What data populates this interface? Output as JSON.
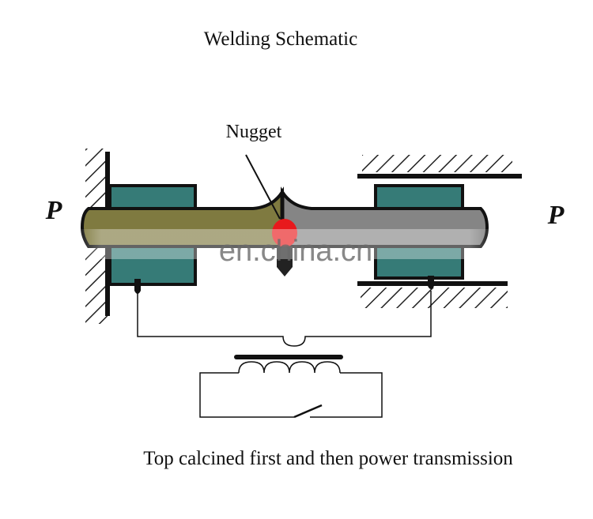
{
  "diagram": {
    "title": "Welding Schematic",
    "nugget_label": "Nugget",
    "force_label_left": "P",
    "force_label_right": "P",
    "caption": "Top calcined first and then power transmission",
    "watermark": "en.china.cn",
    "colors": {
      "left_workpiece": "#7f7a40",
      "right_workpiece": "#858585",
      "electrode": "#367b77",
      "nugget": "#e8191c",
      "outline": "#111111",
      "hatch": "#222222"
    },
    "components": [
      "fixed wall (left)",
      "fixed clamp plates (right)",
      "left electrode clamp",
      "right electrode clamp",
      "left workpiece",
      "right workpiece",
      "weld nugget",
      "transformer core",
      "primary coil",
      "secondary circuit",
      "switch"
    ]
  }
}
